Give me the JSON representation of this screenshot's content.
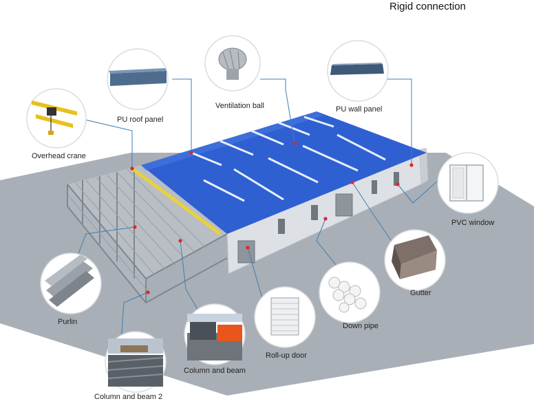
{
  "title": "Rigid connection",
  "components": [
    {
      "id": "pu-roof-panel",
      "label": "PU roof panel",
      "icon": "roof-panel-icon"
    },
    {
      "id": "ventilation-ball",
      "label": "Ventilation ball",
      "icon": "ventilator-icon"
    },
    {
      "id": "pu-wall-panel",
      "label": "PU wall panel",
      "icon": "wall-panel-icon"
    },
    {
      "id": "overhead-crane",
      "label": "Overhead crane",
      "icon": "crane-icon"
    },
    {
      "id": "pvc-window",
      "label": "PVC window",
      "icon": "window-icon"
    },
    {
      "id": "gutter",
      "label": "Gutter",
      "icon": "gutter-icon"
    },
    {
      "id": "down-pipe",
      "label": "Down pipe",
      "icon": "pipe-icon"
    },
    {
      "id": "roll-up-door",
      "label": "Roll-up door",
      "icon": "rollup-door-icon"
    },
    {
      "id": "column-and-beam",
      "label": "Column and beam",
      "icon": "beam-stack-icon"
    },
    {
      "id": "column-and-beam-2",
      "label": "Column and beam 2",
      "icon": "beam-stack-icon"
    },
    {
      "id": "purlin",
      "label": "Purlin",
      "icon": "purlin-icon"
    }
  ],
  "colors": {
    "leader": "#3b7fb5",
    "marker": "#e0242c",
    "roof": "#2f5fd0",
    "wall": "#dfe2e6",
    "ground": "#a8aeb5",
    "frame": "#8a9098",
    "crane": "#e8d23a"
  }
}
